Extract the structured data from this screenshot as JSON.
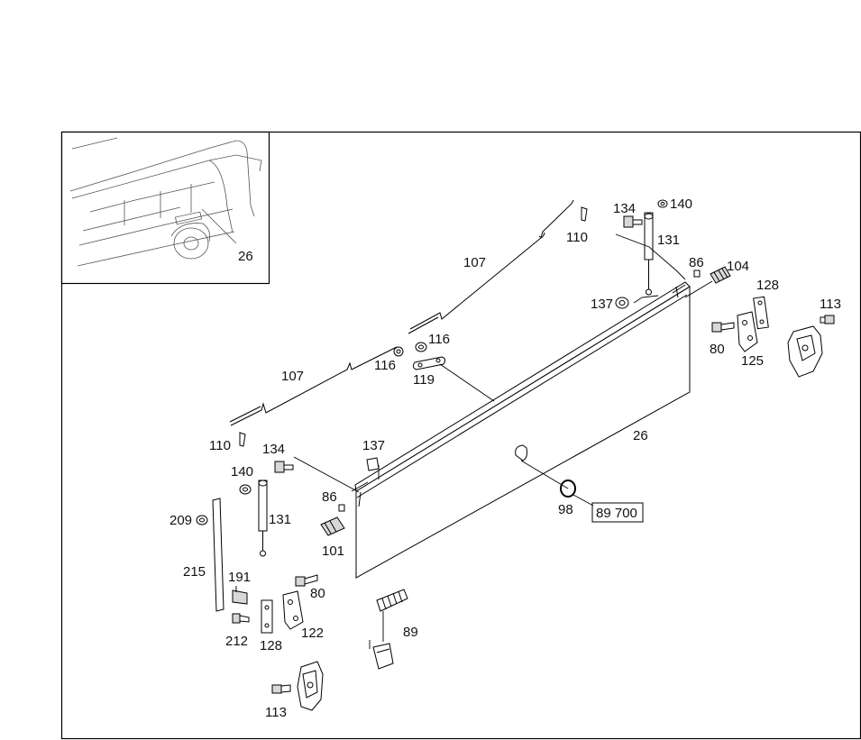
{
  "inset": {
    "label": "26"
  },
  "labels": {
    "p110a": "110",
    "p134a": "134",
    "p140a": "140",
    "p131a": "131",
    "p107a": "107",
    "p86a": "86",
    "p104": "104",
    "p128a": "128",
    "p113a": "113",
    "p137a": "137",
    "p116a": "116",
    "p116b": "116",
    "p119": "119",
    "p80a": "80",
    "p125": "125",
    "p107b": "107",
    "p26": "26",
    "p110b": "110",
    "p134b": "134",
    "p137b": "137",
    "p140b": "140",
    "p86b": "86",
    "p131b": "131",
    "p209": "209",
    "p98": "98",
    "p89700": "89 700",
    "p101": "101",
    "p215": "215",
    "p191": "191",
    "p80b": "80",
    "p212": "212",
    "p128b": "128",
    "p122": "122",
    "p89": "89",
    "p113b": "113"
  }
}
